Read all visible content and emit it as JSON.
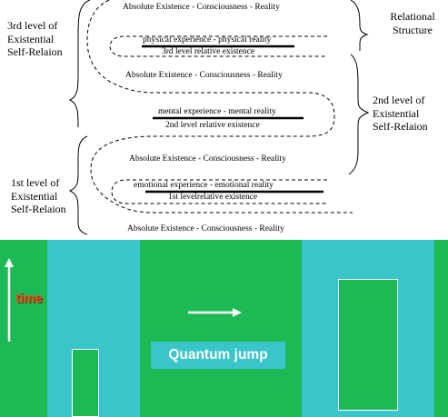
{
  "diagram": {
    "relational_structure": "Relational\nStructure",
    "levels": {
      "third": "3rd level of\nExistential\nSelf-Relaion",
      "second": "2nd level of\nExistential\nSelf-Relaion",
      "first": "1st level of\nExistential\nSelf-Relaion"
    },
    "absolute_lines": [
      "Absolute Existence - Consciousness - Reality",
      "Absolute Existence - Consciousness - Reality",
      "Absolute Existence - Consciousness - Reality",
      "Absolute Existence - Consciousness - Reality"
    ],
    "experiences": [
      {
        "text": "physical experience - physical reality",
        "relative": "3rd level relative existence"
      },
      {
        "text": "mental experience - mental reality",
        "relative": "2nd level relative existence"
      },
      {
        "text": "emotional experience - emotional reality",
        "relative": "1st levelrelative existence"
      }
    ]
  },
  "banner": {
    "time_label": "time",
    "quantum_label": "Quantum jump",
    "colors": {
      "green": "#1db954",
      "teal": "#39c5c9",
      "label_orange": "#d9531e"
    }
  }
}
